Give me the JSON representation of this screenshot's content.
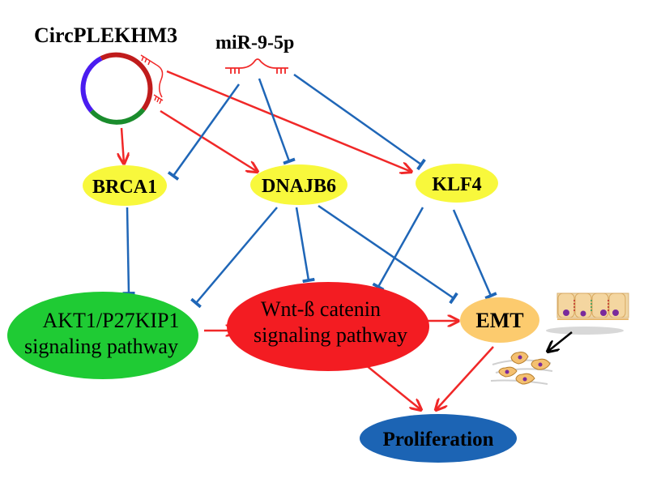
{
  "title_labels": {
    "circ": "CircPLEKHM3",
    "mir": "miR-9-5p"
  },
  "nodes": {
    "brca1": {
      "label": "BRCA1",
      "color": "#f8f83c"
    },
    "dnajb6": {
      "label": "DNAJB6",
      "color": "#f8f83c"
    },
    "klf4": {
      "label": "KLF4",
      "color": "#f8f83c"
    },
    "akt": {
      "line1": "AKT1/P27KIP1",
      "line2": "signaling pathway",
      "color": "#1fcb34"
    },
    "wnt": {
      "line1": "Wnt-ß catenin",
      "line2": "signaling pathway",
      "color": "#f31c22"
    },
    "emt": {
      "label": "EMT",
      "color": "#fccb6e"
    },
    "proliferation": {
      "label": "Proliferation",
      "color": "#1c64b4"
    }
  },
  "colors": {
    "activate": "#f02828",
    "inhibit": "#1f66b7",
    "transition": "#000000",
    "circ_red": "#c01c1c",
    "circ_blue": "#4a1cf0",
    "circ_green": "#1a8c2c"
  },
  "edges": [
    {
      "from": "CircPLEKHM3",
      "to": "BRCA1",
      "type": "activation"
    },
    {
      "from": "CircPLEKHM3",
      "to": "DNAJB6",
      "type": "activation"
    },
    {
      "from": "CircPLEKHM3",
      "to": "KLF4",
      "type": "activation"
    },
    {
      "from": "miR-9-5p",
      "to": "BRCA1",
      "type": "inhibition"
    },
    {
      "from": "miR-9-5p",
      "to": "DNAJB6",
      "type": "inhibition"
    },
    {
      "from": "miR-9-5p",
      "to": "KLF4",
      "type": "inhibition"
    },
    {
      "from": "BRCA1",
      "to": "AKT1/P27KIP1 signaling pathway",
      "type": "inhibition"
    },
    {
      "from": "DNAJB6",
      "to": "AKT1/P27KIP1 signaling pathway",
      "type": "inhibition"
    },
    {
      "from": "DNAJB6",
      "to": "Wnt-ß catenin signaling pathway",
      "type": "inhibition"
    },
    {
      "from": "DNAJB6",
      "to": "EMT",
      "type": "inhibition"
    },
    {
      "from": "KLF4",
      "to": "Wnt-ß catenin signaling pathway",
      "type": "inhibition"
    },
    {
      "from": "KLF4",
      "to": "EMT",
      "type": "inhibition"
    },
    {
      "from": "AKT1/P27KIP1 signaling pathway",
      "to": "Wnt-ß catenin signaling pathway",
      "type": "activation"
    },
    {
      "from": "Wnt-ß catenin signaling pathway",
      "to": "EMT",
      "type": "activation"
    },
    {
      "from": "Wnt-ß catenin signaling pathway",
      "to": "Proliferation",
      "type": "activation"
    },
    {
      "from": "EMT",
      "to": "Proliferation",
      "type": "activation"
    }
  ]
}
